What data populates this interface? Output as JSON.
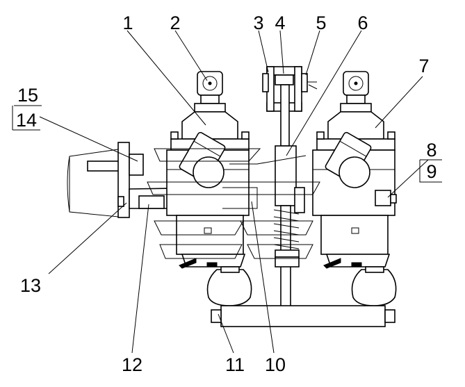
{
  "callouts": [
    "1",
    "2",
    "3",
    "4",
    "5",
    "6",
    "7",
    "8",
    "9",
    "10",
    "11",
    "12",
    "13",
    "14",
    "15"
  ],
  "colors": {
    "line": "#000000",
    "background": "#ffffff"
  }
}
